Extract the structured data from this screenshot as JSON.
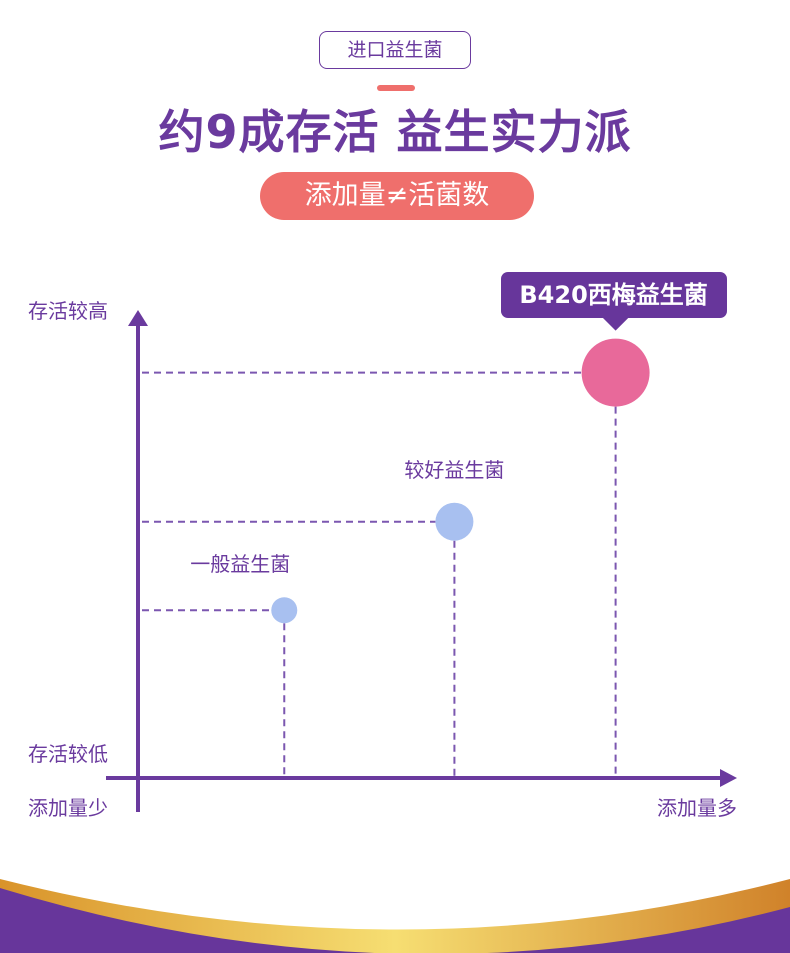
{
  "header": {
    "tag": "进口益生菌",
    "title": "约9成存活 益生实力派",
    "pill": "添加量≠活菌数"
  },
  "colors": {
    "purple": "#6a3a9e",
    "coral": "#ef6f6c",
    "pink": "#e8699a",
    "blue": "#a8c0f0",
    "gold": "#f5d86c"
  },
  "chart_data": {
    "type": "scatter",
    "title": "",
    "xlabel_low": "添加量少",
    "xlabel_high": "添加量多",
    "ylabel_low": "存活较低",
    "ylabel_high": "存活较高",
    "xlim": [
      0,
      10
    ],
    "ylim": [
      0,
      10
    ],
    "points": [
      {
        "label": "一般益生菌",
        "x": 2.45,
        "y": 3.6,
        "size": 1,
        "color": "#a8c0f0"
      },
      {
        "label": "较好益生菌",
        "x": 5.3,
        "y": 5.5,
        "size": 2,
        "color": "#a8c0f0"
      },
      {
        "label": "B420西梅益生菌",
        "x": 8.0,
        "y": 8.7,
        "size": 3,
        "color": "#e8699a",
        "highlight": true
      }
    ]
  }
}
